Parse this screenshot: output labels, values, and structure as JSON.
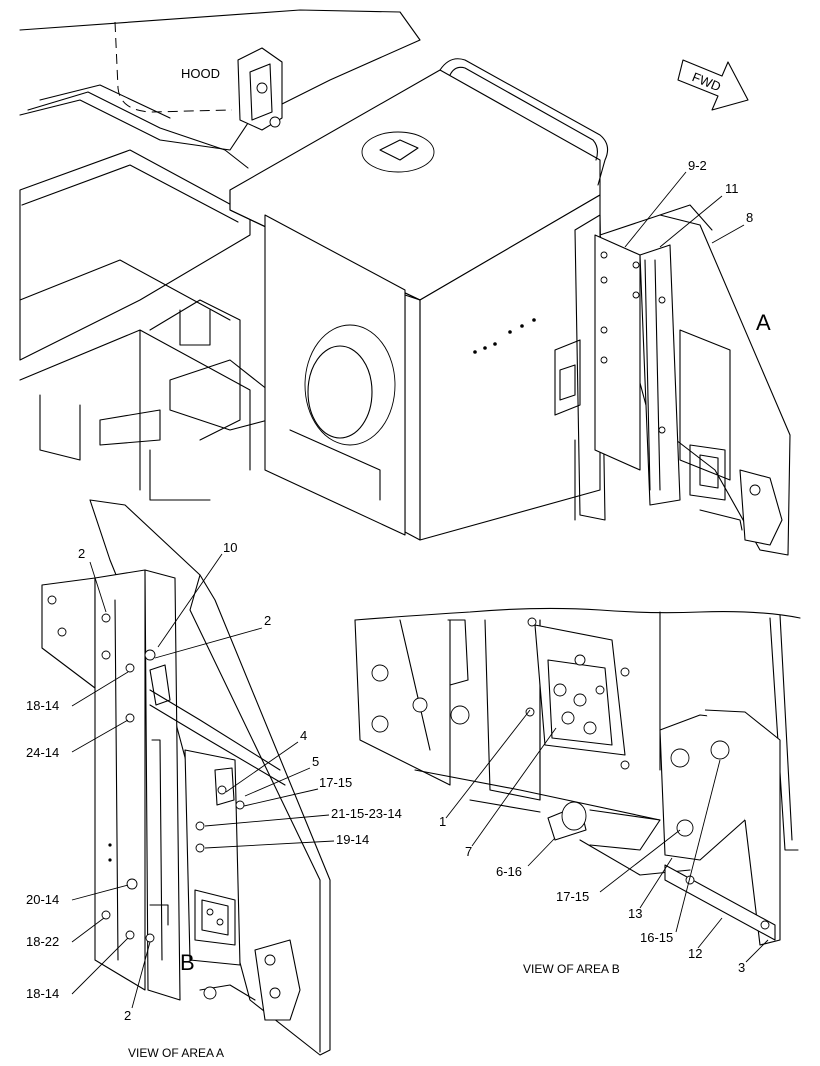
{
  "main_view": {
    "hood_label": "HOOD",
    "fwd_label": "FWD",
    "area_a_marker": "A",
    "callouts": [
      "9-2",
      "11",
      "8"
    ]
  },
  "view_area_a": {
    "caption": "VIEW OF AREA A",
    "area_b_marker": "B",
    "callouts": [
      "2",
      "10",
      "2",
      "18-14",
      "24-14",
      "4",
      "5",
      "17-15",
      "21-15-23-14",
      "19-14",
      "20-14",
      "18-22",
      "18-14",
      "2"
    ]
  },
  "view_area_b": {
    "caption": "VIEW OF AREA B",
    "callouts": [
      "1",
      "7",
      "6-16",
      "17-15",
      "13",
      "16-15",
      "12",
      "3"
    ]
  }
}
